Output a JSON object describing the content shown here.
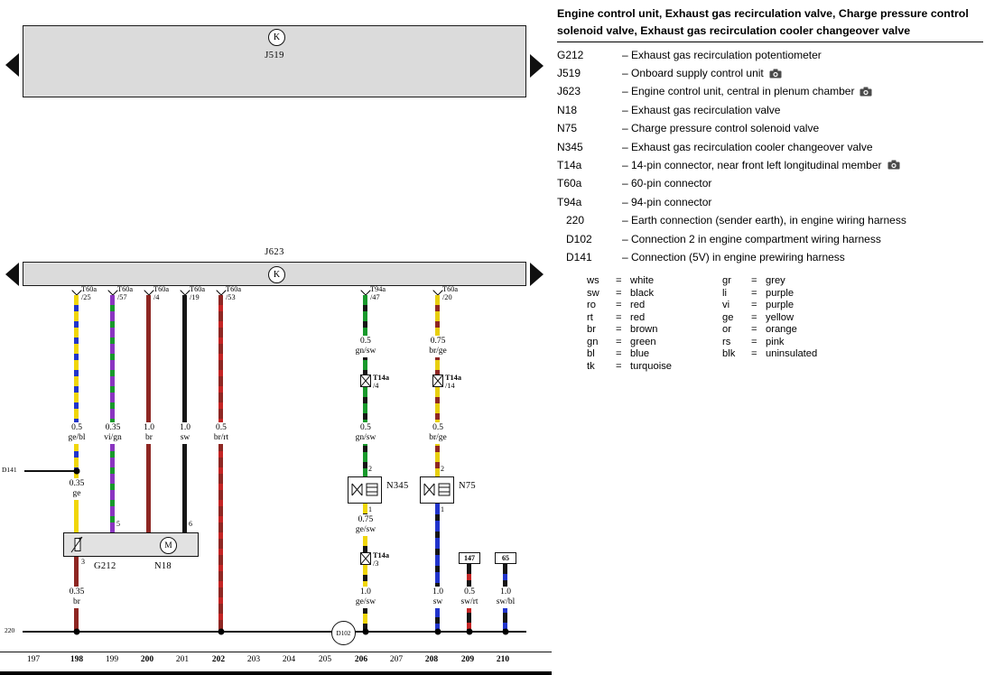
{
  "palette": {
    "ge": "#f0d60a",
    "bl": "#2134cc",
    "vi": "#8a35c0",
    "gn": "#18992b",
    "br": "#8e2723",
    "sw": "#161616",
    "rt": "#c42424",
    "module_gray": "#dbdbdb"
  },
  "diagram": {
    "top_module": "J519",
    "main_module": "J623",
    "k_symbol": "K",
    "earth_label": "220",
    "d141_label": "D141",
    "d102_label": "D102",
    "terminals": [
      {
        "name": "T60a",
        "pin": "/25"
      },
      {
        "name": "T60a",
        "pin": "/57"
      },
      {
        "name": "T60a",
        "pin": "/4"
      },
      {
        "name": "T60a",
        "pin": "/19"
      },
      {
        "name": "T60a",
        "pin": "/53"
      },
      {
        "name": "T94a",
        "pin": "/47"
      },
      {
        "name": "T60a",
        "pin": "/20"
      }
    ],
    "t14a": [
      {
        "name": "T14a",
        "pin": "/4"
      },
      {
        "name": "T14a",
        "pin": "/14"
      },
      {
        "name": "T14a",
        "pin": "/3"
      }
    ],
    "wire_labels": [
      {
        "size": "0.5",
        "color": "ge/bl"
      },
      {
        "size": "0.35",
        "color": "vi/gn"
      },
      {
        "size": "1.0",
        "color": "br"
      },
      {
        "size": "1.0",
        "color": "sw"
      },
      {
        "size": "0.5",
        "color": "br/rt"
      },
      {
        "size": "0.5",
        "color": "gn/sw"
      },
      {
        "size": "0.75",
        "color": "br/ge"
      },
      {
        "size": "0.5",
        "color": "gn/sw"
      },
      {
        "size": "0.5",
        "color": "br/ge"
      },
      {
        "size": "0.35",
        "color": "ge"
      },
      {
        "size": "0.75",
        "color": "ge/sw"
      },
      {
        "size": "0.35",
        "color": "br"
      },
      {
        "size": "1.0",
        "color": "ge/sw"
      },
      {
        "size": "1.0",
        "color": "sw"
      },
      {
        "size": "0.5",
        "color": "sw/rt"
      },
      {
        "size": "1.0",
        "color": "sw/bl"
      }
    ],
    "components": {
      "g212": "G212",
      "n18": "N18",
      "n345": "N345",
      "n75": "N75",
      "motor_letter": "M"
    },
    "pins": {
      "p5": "5",
      "p6": "6",
      "p3": "3",
      "p2": "2",
      "p1": "1"
    },
    "boxes": [
      {
        "label": "147"
      },
      {
        "label": "65"
      }
    ],
    "tracks": [
      {
        "n": "197",
        "bold": false
      },
      {
        "n": "198",
        "bold": true
      },
      {
        "n": "199",
        "bold": false
      },
      {
        "n": "200",
        "bold": true
      },
      {
        "n": "201",
        "bold": false
      },
      {
        "n": "202",
        "bold": true
      },
      {
        "n": "203",
        "bold": false
      },
      {
        "n": "204",
        "bold": false
      },
      {
        "n": "205",
        "bold": false
      },
      {
        "n": "206",
        "bold": true
      },
      {
        "n": "207",
        "bold": false
      },
      {
        "n": "208",
        "bold": true
      },
      {
        "n": "209",
        "bold": true
      },
      {
        "n": "210",
        "bold": true
      }
    ]
  },
  "legend": {
    "title": "Engine control unit, Exhaust gas recirculation valve, Charge pressure control solenoid valve, Exhaust gas recirculation cooler changeover valve",
    "components": [
      {
        "code": "G212",
        "desc": "– Exhaust gas recirculation potentiometer"
      },
      {
        "code": "J519",
        "desc": "– Onboard supply control unit"
      },
      {
        "code": "J623",
        "desc": "– Engine control unit, central in plenum chamber"
      },
      {
        "code": "N18",
        "desc": "– Exhaust gas recirculation valve"
      },
      {
        "code": "N75",
        "desc": "– Charge pressure control solenoid valve"
      },
      {
        "code": "N345",
        "desc": "– Exhaust gas recirculation cooler changeover valve"
      },
      {
        "code": "T14a",
        "desc": "– 14-pin connector, near front left longitudinal member"
      },
      {
        "code": "T60a",
        "desc": "– 60-pin connector"
      },
      {
        "code": "T94a",
        "desc": "– 94-pin connector"
      },
      {
        "code": "220",
        "desc": "– Earth connection (sender earth), in engine wiring harness"
      },
      {
        "code": "D102",
        "desc": "– Connection 2 in engine compartment wiring harness"
      },
      {
        "code": "D141",
        "desc": "– Connection (5V) in engine prewiring harness"
      }
    ],
    "color_key": {
      "eq": "=",
      "left": [
        {
          "code": "ws",
          "name": "white"
        },
        {
          "code": "sw",
          "name": "black"
        },
        {
          "code": "ro",
          "name": "red"
        },
        {
          "code": "rt",
          "name": "red"
        },
        {
          "code": "br",
          "name": "brown"
        },
        {
          "code": "gn",
          "name": "green"
        },
        {
          "code": "bl",
          "name": "blue"
        },
        {
          "code": "tk",
          "name": "turquoise"
        }
      ],
      "right": [
        {
          "code": "gr",
          "name": "grey"
        },
        {
          "code": "li",
          "name": "purple"
        },
        {
          "code": "vi",
          "name": "purple"
        },
        {
          "code": "ge",
          "name": "yellow"
        },
        {
          "code": "or",
          "name": "orange"
        },
        {
          "code": "rs",
          "name": "pink"
        },
        {
          "code": "blk",
          "name": "uninsulated"
        }
      ]
    }
  }
}
